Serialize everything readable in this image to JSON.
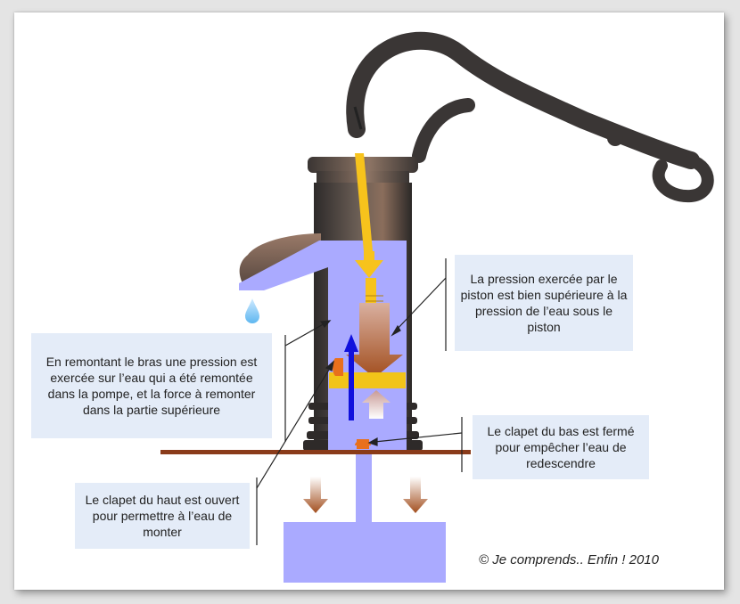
{
  "labels": {
    "pressure_piston": "La pression exercée par le piston est bien supérieure à la pression de l’eau sous le piston",
    "arm_raise": "En remontant le bras une pression est exercée sur l’eau qui a été remontée dans la pompe, et la force à remonter dans la partie supérieure",
    "bottom_valve": "Le clapet du bas est fermé pour empêcher l’eau de redescendre",
    "top_valve": "Le clapet du haut est ouvert pour permettre à l’eau de monter"
  },
  "copyright": "© Je comprends.. Enfin ! 2010",
  "colors": {
    "water": "#aaaaff",
    "rod": "#f7c31c",
    "piston": "#f2c419",
    "valve": "#e8701c",
    "arrow_down": "#a24e1e",
    "arrow_up": "#1010dd",
    "ground": "#8a3b1a",
    "pump_iron": "#3f3a38",
    "callout_bg": "#e4ecf8"
  }
}
